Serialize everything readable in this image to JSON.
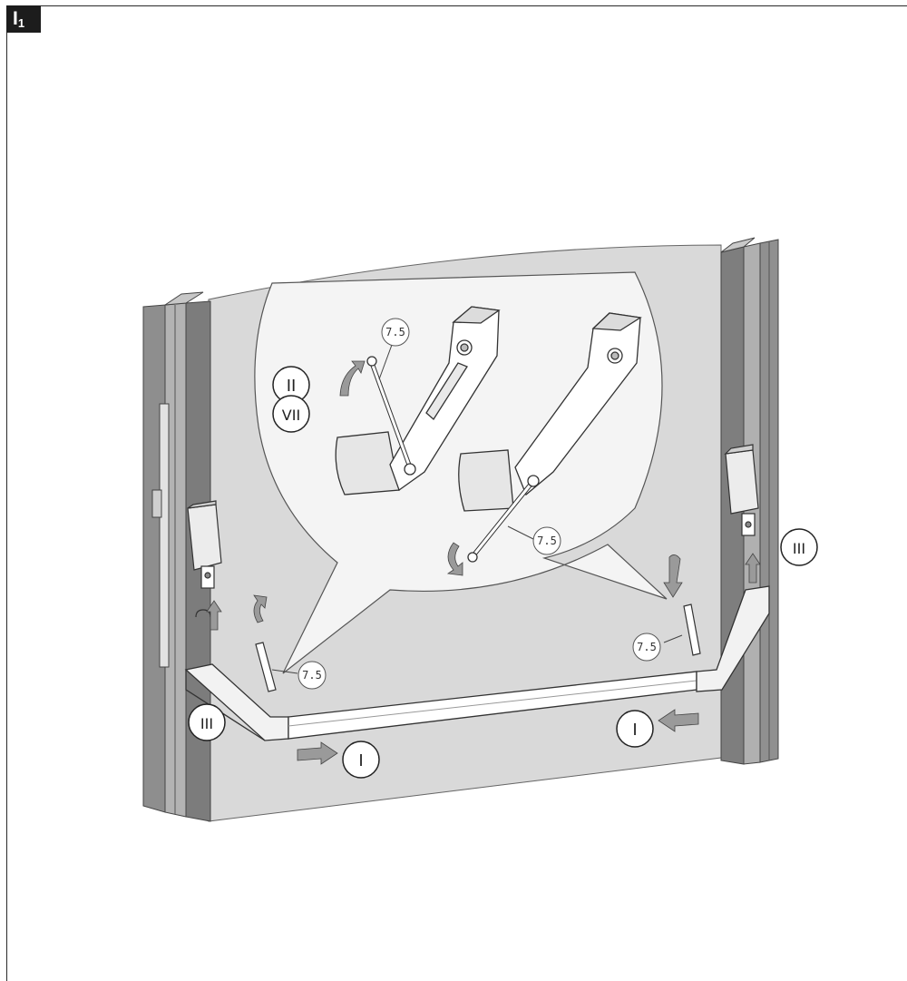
{
  "figure": {
    "badge_main": "I",
    "badge_sub": "1"
  },
  "callouts": {
    "step_ii": "II",
    "step_vii": "VII",
    "step_iii_left": "III",
    "step_iii_right": "III",
    "step_i_left": "I",
    "step_i_right": "I"
  },
  "tool_labels": {
    "upper_left": "7.5",
    "upper_right": "7.5",
    "lower_left": "7.5",
    "lower_right": "7.5"
  },
  "colors": {
    "door_panel": "#d9d9d9",
    "frame_dark": "#8c8c8c",
    "frame_mid": "#a8a8a8",
    "line": "#333333",
    "zoom_bubble": "#f4f4f4"
  }
}
